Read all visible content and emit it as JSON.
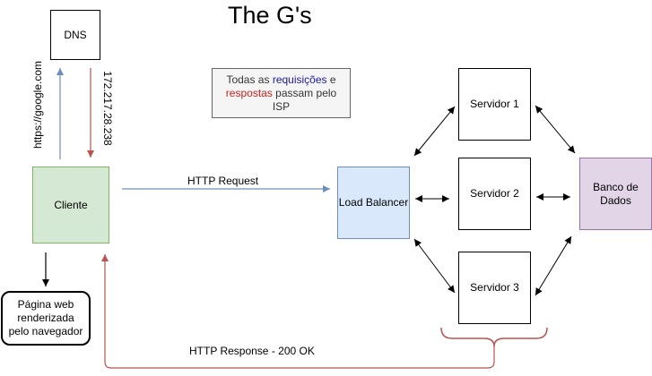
{
  "title": "The G's",
  "nodes": {
    "dns": "DNS",
    "cliente": "Cliente",
    "pagina": "Página web renderizada pelo navegador",
    "load_balancer": "Load Balancer",
    "servidor1": "Servidor 1",
    "servidor2": "Servidor 2",
    "servidor3": "Servidor 3",
    "banco": "Banco de Dados"
  },
  "note": {
    "prefix": "Todas as ",
    "requisicoes": "requisições",
    "mid": " e",
    "respostas": "respostas",
    "suffix": " passam pelo ISP"
  },
  "edges": {
    "request_url": "https://google.com",
    "response_ip": "172.217.28.238",
    "http_request": "HTTP Request",
    "http_response": "HTTP Response - 200 OK"
  },
  "colors": {
    "client_fill": "#d5e8d4",
    "client_stroke": "#82b366",
    "lb_fill": "#dae8fc",
    "lb_stroke": "#6c8ebf",
    "db_fill": "#e1d5e7",
    "db_stroke": "#9673a6",
    "note_fill": "#f5f5f5",
    "note_stroke": "#666666",
    "blue_arrow": "#6c8ebf",
    "red_arrow": "#b85450",
    "blue_text": "#1a1aa6",
    "red_text": "#cc2222"
  }
}
